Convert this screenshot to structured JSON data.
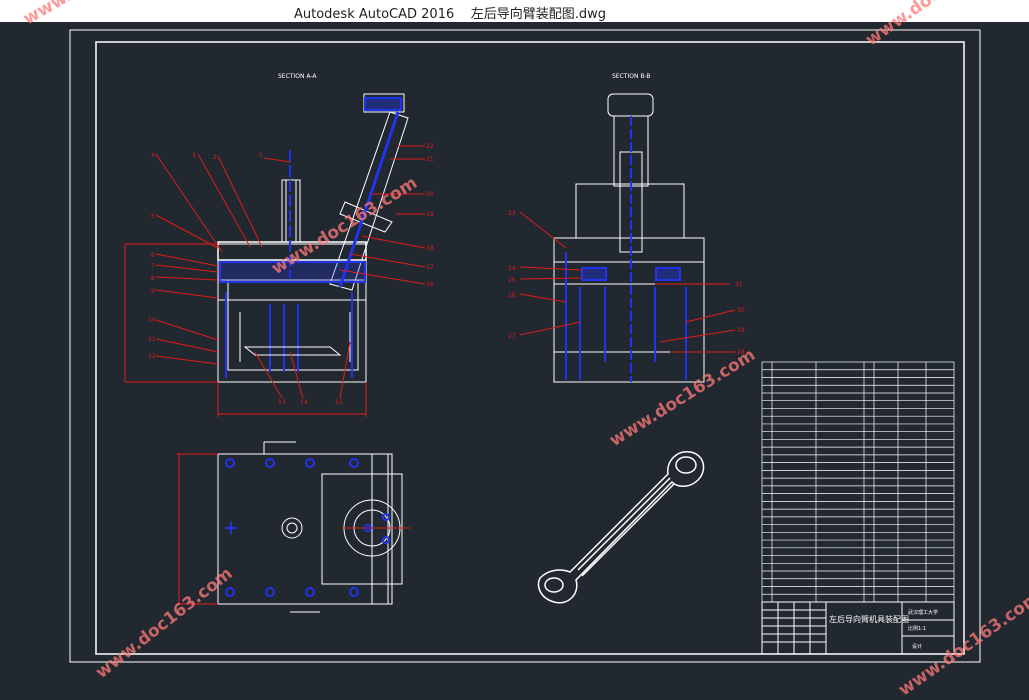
{
  "app": {
    "product": "Autodesk AutoCAD 2016",
    "file": "左后导向臂装配图.dwg"
  },
  "sections": {
    "a": "SECTION A-A",
    "b": "SECTION B-B"
  },
  "watermark": "www.doc163.com",
  "title_block": {
    "drawing_name": "左后导向臂机具装配图",
    "school": "武汉理工大学",
    "scale": "比例1:1",
    "designer": "设计"
  },
  "colors": {
    "background": "#212830",
    "frame": "#ffffff",
    "parts": "#2233ee",
    "leaders": "#e01b1b",
    "centerlines": "#d0d0d0",
    "watermark": "#ff7878"
  }
}
